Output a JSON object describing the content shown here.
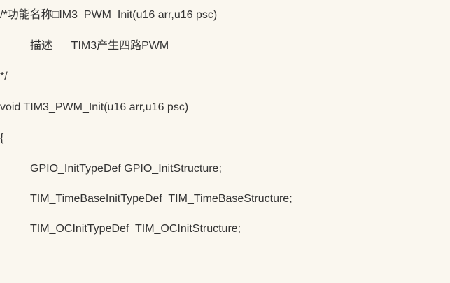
{
  "lines": [
    {
      "text": "/*功能名称□IM3_PWM_Init(u16 arr,u16 psc)",
      "indent": false
    },
    {
      "text": "描述      TIM3产生四路PWM",
      "indent": true
    },
    {
      "text": "*/",
      "indent": false
    },
    {
      "text": "void TIM3_PWM_Init(u16 arr,u16 psc)",
      "indent": false
    },
    {
      "text": "{",
      "indent": false
    },
    {
      "text": "GPIO_InitTypeDef GPIO_InitStructure;",
      "indent": true
    },
    {
      "text": "TIM_TimeBaseInitTypeDef  TIM_TimeBaseStructure;",
      "indent": true
    },
    {
      "text": "TIM_OCInitTypeDef  TIM_OCInitStructure;",
      "indent": true
    }
  ]
}
